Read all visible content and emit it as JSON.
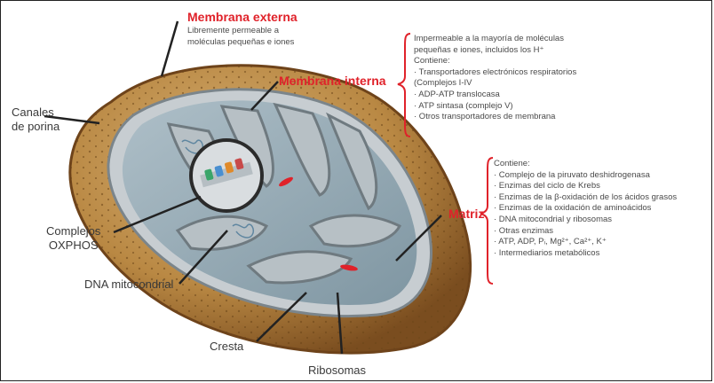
{
  "labels": {
    "outer_title": "Membrana externa",
    "outer_desc": [
      "Libremente permeable a",
      "moléculas pequeñas e iones"
    ],
    "inner_title": "Membrana interna",
    "porin": [
      "Canales",
      "de porina"
    ],
    "oxphos": [
      "Complejos",
      "OXPHOS"
    ],
    "dna": "DNA mitocondrial",
    "cresta": "Cresta",
    "ribosomas": "Ribosomas",
    "matrix_title": "Matriz"
  },
  "inner_list": [
    "Impermeable a la mayoría de moléculas",
    "pequeñas e iones, incluidos los H⁺",
    "Contiene:",
    "· Transportadores electrónicos respiratorios",
    "  (Complejos I-IV",
    "· ADP-ATP translocasa",
    "· ATP sintasa (complejo V)",
    "· Otros transportadores de membrana"
  ],
  "matrix_list": [
    "Contiene:",
    "· Complejo de la piruvato deshidrogenasa",
    "· Enzimas del ciclo de Krebs",
    "· Enzimas de la β-oxidación de los ácidos grasos",
    "· Enzimas de la oxidación de aminoácidos",
    "· DNA mitocondrial y ribosomas",
    "· Otras enzimas",
    "· ATP, ADP, Pᵢ, Mg²⁺, Ca²⁺, K⁺",
    "· Intermediarios metabólicos"
  ],
  "colors": {
    "accent_red": "#e0222a",
    "outer_membrane": "#a9763a",
    "intermembrane": "#c9a35c",
    "matrix": "#8fa7b3",
    "cristae": "#9aa3a8"
  }
}
